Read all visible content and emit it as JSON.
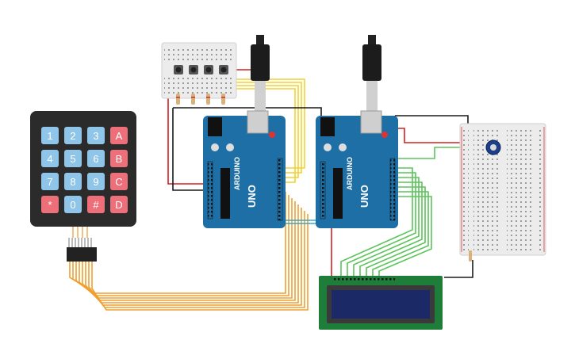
{
  "keypad": {
    "keys": [
      [
        "1",
        "2",
        "3",
        "A"
      ],
      [
        "4",
        "5",
        "6",
        "B"
      ],
      [
        "7",
        "8",
        "9",
        "C"
      ],
      [
        "*",
        "0",
        "#",
        "D"
      ]
    ],
    "colors": {
      "blue": "#8ec5e8",
      "red": "#ec6f7a",
      "body": "#2b2b2b"
    }
  },
  "arduino_left": {
    "brand": "ARDUINO",
    "model": "UNO",
    "color": "#1d6fa5"
  },
  "arduino_right": {
    "brand": "ARDUINO",
    "model": "UNO",
    "color": "#1d6fa5"
  },
  "lcd": {
    "color": "#1f7d3a",
    "screen_color": "#1b2a66"
  },
  "wire_colors": {
    "orange": "#f0a030",
    "yellow": "#f2d230",
    "green": "#5bc35a",
    "red": "#d42020",
    "black": "#1a1a1a",
    "teal": "#3aa8c4"
  }
}
